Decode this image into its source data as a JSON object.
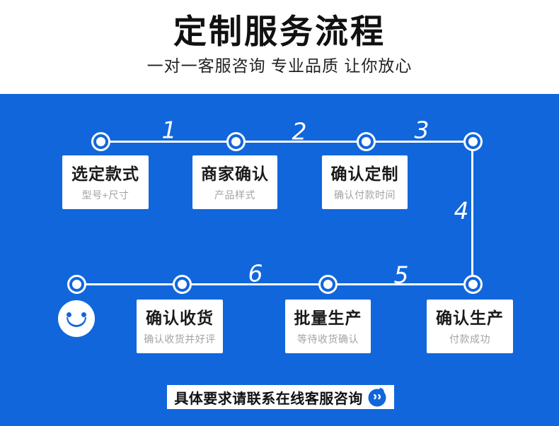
{
  "colors": {
    "accent_blue": "#1166DC",
    "box_title": "#1a1a1a",
    "box_subtitle": "#a3a3a3",
    "line_white": "#ffffff"
  },
  "header": {
    "title": "定制服务流程",
    "subtitle": "一对一客服咨询 专业品质 让你放心"
  },
  "flow": {
    "steps": [
      {
        "num": "1",
        "title": "选定款式",
        "subtitle": "型号+尺寸"
      },
      {
        "num": "2",
        "title": "商家确认",
        "subtitle": "产品样式"
      },
      {
        "num": "3",
        "title": "确认定制",
        "subtitle": "确认付款时间"
      },
      {
        "num": "4",
        "title": "确认生产",
        "subtitle": "付款成功"
      },
      {
        "num": "5",
        "title": "批量生产",
        "subtitle": "等待收货确认"
      },
      {
        "num": "6",
        "title": "确认收货",
        "subtitle": "确认收货并好评"
      }
    ]
  },
  "footer": {
    "banner_text": "具体要求请联系在线客服咨询"
  }
}
